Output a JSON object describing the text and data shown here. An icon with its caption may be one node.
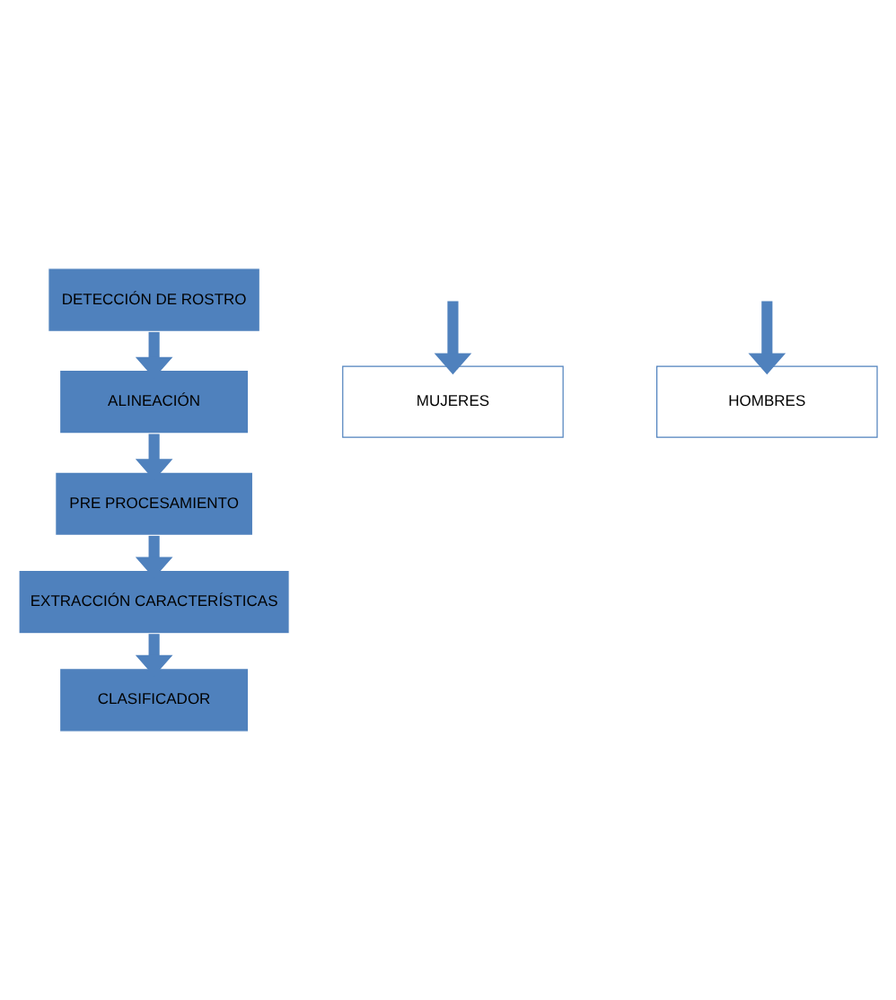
{
  "diagram": {
    "nodes": [
      {
        "text": [
          "DETECCIÓN DE ROSTRO"
        ]
      },
      {
        "text": [
          "ALINEACIÓN"
        ]
      },
      {
        "text": [
          "PRE PROCESAMIENTO"
        ]
      },
      {
        "text": [
          "EXTRACCIÓN CARACTERÍSTICAS"
        ]
      },
      {
        "text": [
          "CLASIFICADOR"
        ]
      },
      {
        "text": [
          "MUJERES"
        ]
      },
      {
        "text": [
          "HOMBRES"
        ]
      }
    ],
    "edges": [
      {
        "from": 0,
        "to": 1,
        "arrow": "to"
      },
      {
        "from": 1,
        "to": 2,
        "arrow": "to"
      },
      {
        "from": 2,
        "to": 3,
        "arrow": "to"
      },
      {
        "from": 3,
        "to": 4,
        "arrow": "to"
      },
      {
        "from": null,
        "to": 5,
        "arrow": "to"
      },
      {
        "from": null,
        "to": 6,
        "arrow": "to"
      }
    ]
  }
}
